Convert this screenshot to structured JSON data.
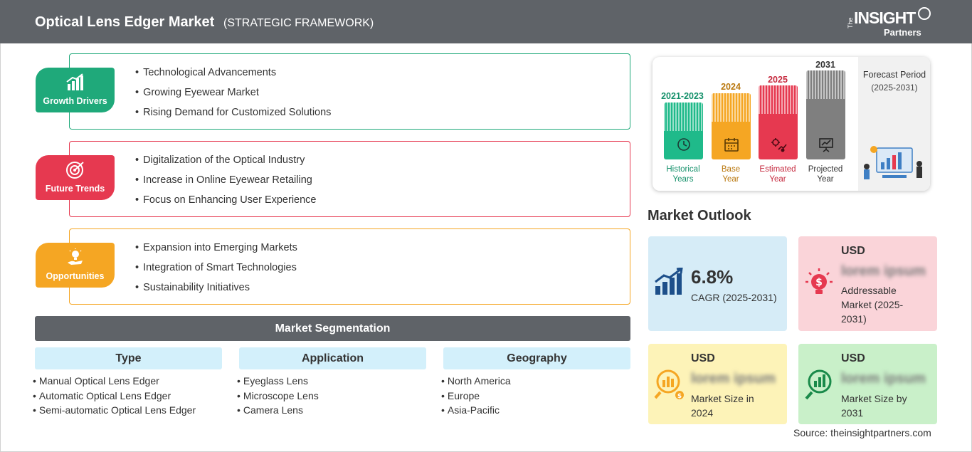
{
  "header": {
    "title": "Optical Lens Edger Market",
    "subtitle": "(STRATEGIC FRAMEWORK)",
    "logo_the": "The",
    "logo_insight": "INSIGHT",
    "logo_partners": "Partners"
  },
  "factors": [
    {
      "label": "Growth Drivers",
      "color": "#1fa97a",
      "icon": "bar-growth-icon",
      "items": [
        "Technological Advancements",
        "Growing Eyewear Market",
        "Rising Demand for Customized Solutions"
      ]
    },
    {
      "label": "Future Trends",
      "color": "#e63950",
      "icon": "target-icon",
      "items": [
        "Digitalization of the Optical Industry",
        "Increase in Online Eyewear Retailing",
        "Focus on Enhancing User Experience"
      ]
    },
    {
      "label": "Opportunities",
      "color": "#f5a623",
      "icon": "lightbulb-hand-icon",
      "items": [
        "Expansion into Emerging Markets",
        "Integration of Smart Technologies",
        "Sustainability Initiatives"
      ]
    }
  ],
  "segmentation": {
    "title": "Market Segmentation",
    "columns": [
      {
        "heading": "Type",
        "items": [
          "Manual Optical Lens Edger",
          "Automatic Optical Lens Edger",
          "Semi-automatic Optical Lens Edger"
        ]
      },
      {
        "heading": "Application",
        "items": [
          "Eyeglass Lens",
          "Microscope Lens",
          "Camera Lens"
        ]
      },
      {
        "heading": "Geography",
        "items": [
          "North America",
          "Europe",
          "Asia-Pacific"
        ]
      }
    ]
  },
  "timeline": {
    "forecast_label": "Forecast Period",
    "forecast_range": "(2025-2031)",
    "bars": [
      {
        "year": "2021-2023",
        "caption_1": "Historical",
        "caption_2": "Years",
        "color": "#1fba8a",
        "year_color": "#15916b",
        "icon": "history-icon"
      },
      {
        "year": "2024",
        "caption_1": "Base",
        "caption_2": "Year",
        "color": "#f5a623",
        "year_color": "#b9770d",
        "icon": "calendar-icon"
      },
      {
        "year": "2025",
        "caption_1": "Estimated",
        "caption_2": "Year",
        "color": "#e63950",
        "year_color": "#c62a3f",
        "icon": "gear-chart-icon"
      },
      {
        "year": "2031",
        "caption_1": "Projected",
        "caption_2": "Year",
        "color": "#7f7f7f",
        "year_color": "#333333",
        "icon": "presentation-icon"
      }
    ]
  },
  "outlook": {
    "title": "Market Outlook",
    "cagr": {
      "value": "6.8%",
      "label": "CAGR (2025-2031)",
      "color": "#d6ecf7"
    },
    "addressable": {
      "currency": "USD",
      "value": "lorem ipsum",
      "label": "Addressable Market (2025-2031)",
      "color": "#fad4d9"
    },
    "size_2024": {
      "currency": "USD",
      "value": "lorem ipsum",
      "label": "Market Size in 2024",
      "color": "#fdf3b8"
    },
    "size_2031": {
      "currency": "USD",
      "value": "lorem ipsum",
      "label": "Market Size by 2031",
      "color": "#c9f0c9"
    }
  },
  "source": "Source: theinsightpartners.com"
}
